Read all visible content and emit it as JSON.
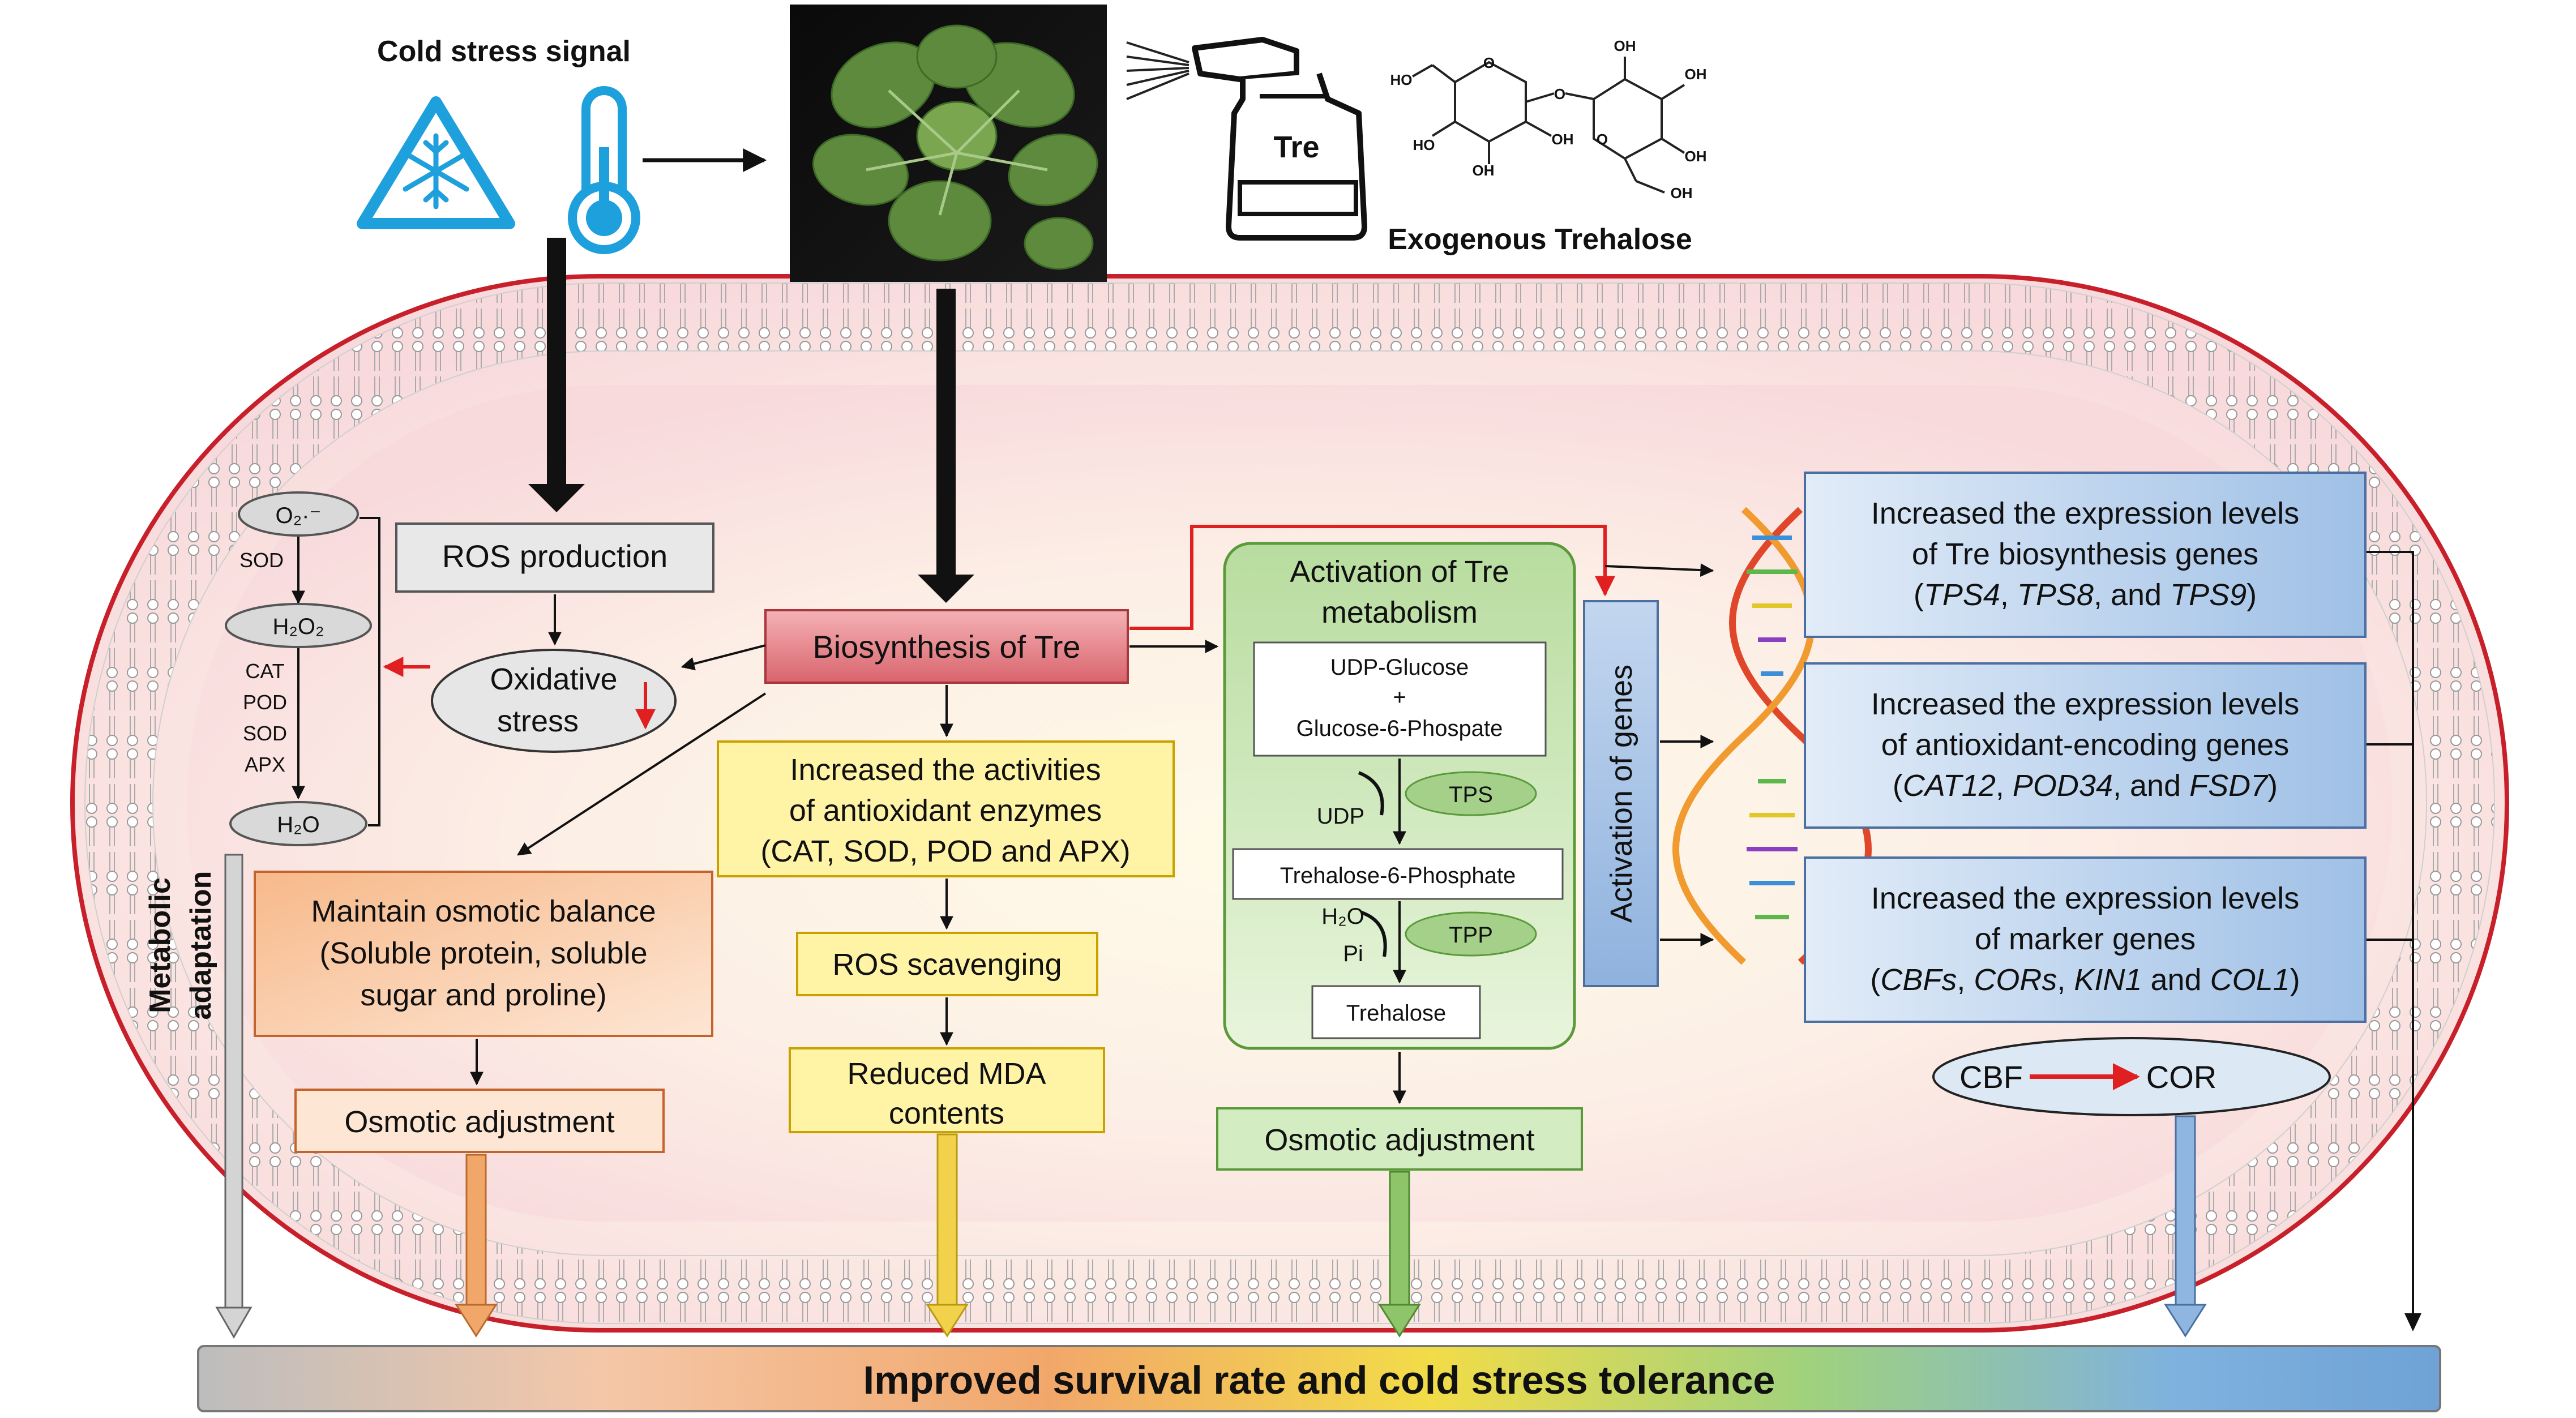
{
  "header": {
    "cold_signal": "Cold stress signal",
    "spray_label": "Tre",
    "exogenous": "Exogenous Trehalose",
    "oh": "OH",
    "ho": "HO",
    "o": "O"
  },
  "ros_cycle": {
    "o2": "O₂·⁻",
    "sod": "SOD",
    "h2o2": "H₂O₂",
    "enzymes": [
      "CAT",
      "POD",
      "SOD",
      "APX"
    ],
    "h2o": "H₂O"
  },
  "metabolic_adaptation": [
    "Metabolic",
    "adaptation"
  ],
  "nodes": {
    "ros_production": "ROS production",
    "oxidative_stress": [
      "Oxidative",
      "stress"
    ],
    "biosynthesis": "Biosynthesis of Tre",
    "antioxidant": [
      "Increased the activities",
      "of antioxidant enzymes",
      "(CAT, SOD, POD and APX)"
    ],
    "ros_scavenging": "ROS scavenging",
    "mda": [
      "Reduced MDA",
      "contents"
    ],
    "osmotic_balance": [
      "Maintain osmotic balance",
      "(Soluble protein, soluble",
      "sugar and proline)"
    ],
    "osmotic_adj_left": "Osmotic adjustment",
    "osmotic_adj_mid": "Osmotic adjustment",
    "activation_genes": "Activation of genes"
  },
  "tre_metabolism": {
    "title": [
      "Activation of Tre",
      "metabolism"
    ],
    "udp_glucose": [
      "UDP-Glucose",
      "+",
      "Glucose-6-Phospate"
    ],
    "tps": "TPS",
    "udp": "UDP",
    "t6p": "Trehalose-6-Phosphate",
    "h2o": "H₂O",
    "pi": "Pi",
    "tpp": "TPP",
    "trehalose": "Trehalose"
  },
  "genes": {
    "box1": {
      "l1": "Increased the expression levels",
      "l2": "of Tre biosynthesis genes",
      "g1": "TPS4",
      "g2": "TPS8",
      "g3": "TPS9",
      "and": "and"
    },
    "box2": {
      "l1": "Increased the expression levels",
      "l2": "of antioxidant-encoding genes",
      "g1": "CAT12",
      "g2": "POD34",
      "g3": "FSD7",
      "and": "and"
    },
    "box3": {
      "l1": "Increased the expression levels",
      "l2": "of marker genes",
      "g1": "CBFs",
      "g2": "CORs",
      "g3": "KIN1",
      "g4": "COL1",
      "and": "and"
    },
    "cbf": "CBF",
    "cor": "COR"
  },
  "footer": "Improved survival rate and cold stress tolerance",
  "colors": {
    "membrane_red": "#c8202a",
    "accent_red": "#e02020",
    "gray_box": "#e8e8e8",
    "yellow_box": "#fff3a6",
    "orange_box": "#fbd2b0",
    "green_box": "#d3ecc2",
    "blue_box": "#cfe0f3",
    "pink_box": "#e4898f"
  }
}
